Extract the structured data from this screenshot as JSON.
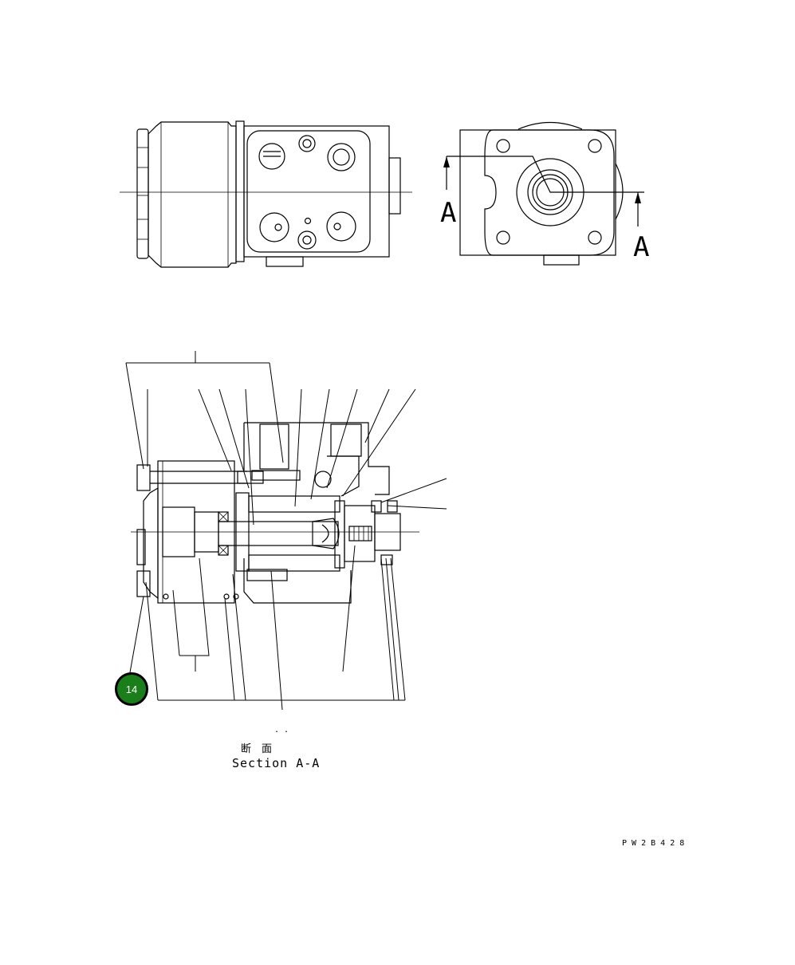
{
  "callout": {
    "label": "14",
    "color": "#1a7f1a"
  },
  "section_marks": {
    "left": "A",
    "right": "A"
  },
  "caption": {
    "dots": ". .",
    "japanese": "断　面",
    "english": "Section A-A"
  },
  "drawing_code": "P W 2 B 4 2 8"
}
